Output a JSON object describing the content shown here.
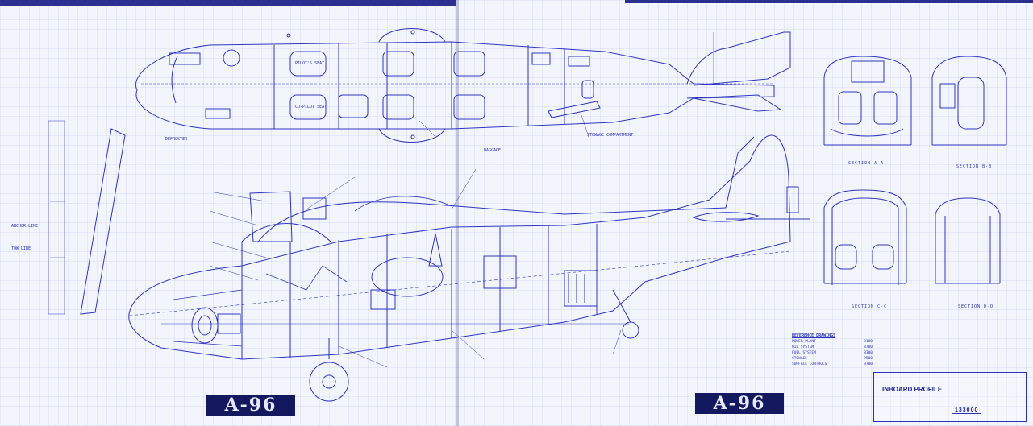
{
  "sheet": {
    "designation": "A-96",
    "title": "INBOARD PROFILE",
    "drawing_number": "133000"
  },
  "sections": {
    "a": "SECTION A-A",
    "b": "SECTION B-B",
    "c": "SECTION C-C",
    "d": "SECTION D-D"
  },
  "reference_drawings": {
    "heading": "REFERENCE DRAWINGS",
    "items": [
      {
        "name": "POWER PLANT",
        "ref": "8100"
      },
      {
        "name": "OIL SYSTEM",
        "ref": "8700"
      },
      {
        "name": "FUEL SYSTEM",
        "ref": "8300"
      },
      {
        "name": "STOWAGE",
        "ref": "9500"
      },
      {
        "name": "SURFACE CONTROLS",
        "ref": "9700"
      }
    ]
  },
  "plan_labels": {
    "left_a": "ANCHOR LINE",
    "left_b": "TOW LINE",
    "mid": "DEFROSTER",
    "seat_a": "PILOT'S SEAT",
    "seat_b": "CO-PILOT SEAT",
    "lower_a": "STOWAGE COMPARTMENT",
    "lower_b": "BAGGAGE"
  },
  "colors": {
    "ink": "#2c33b8",
    "paper": "#f3f5fd",
    "plate": "#14185e"
  }
}
